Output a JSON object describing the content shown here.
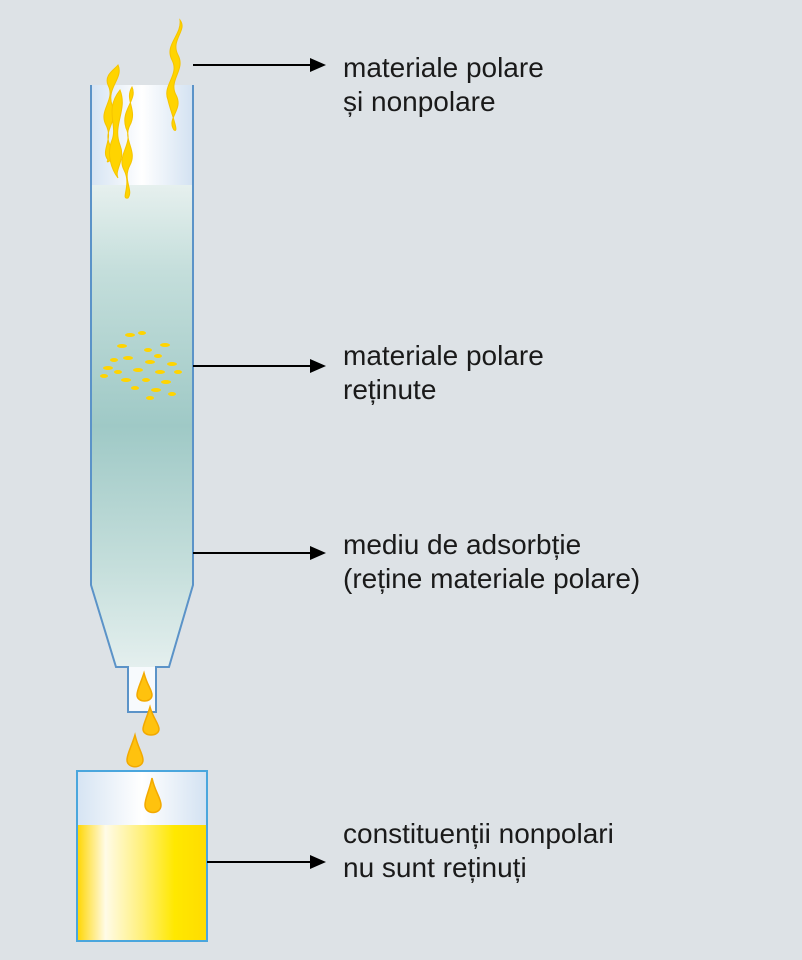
{
  "labels": [
    {
      "line1": "materiale polare",
      "line2": "și nonpolare"
    },
    {
      "line1": "materiale polare",
      "line2": "reținute"
    },
    {
      "line1": "mediu de adsorbție",
      "line2": "(reține materiale polare)"
    },
    {
      "line1": "constituenții nonpolari",
      "line2": "nu sunt reținuți"
    }
  ],
  "colors": {
    "background": "#dde2e6",
    "glass_edge": "#5b93c8",
    "yellow": "#ffd400",
    "drop": "#ffc20e",
    "medium": "#9fc9c6"
  }
}
